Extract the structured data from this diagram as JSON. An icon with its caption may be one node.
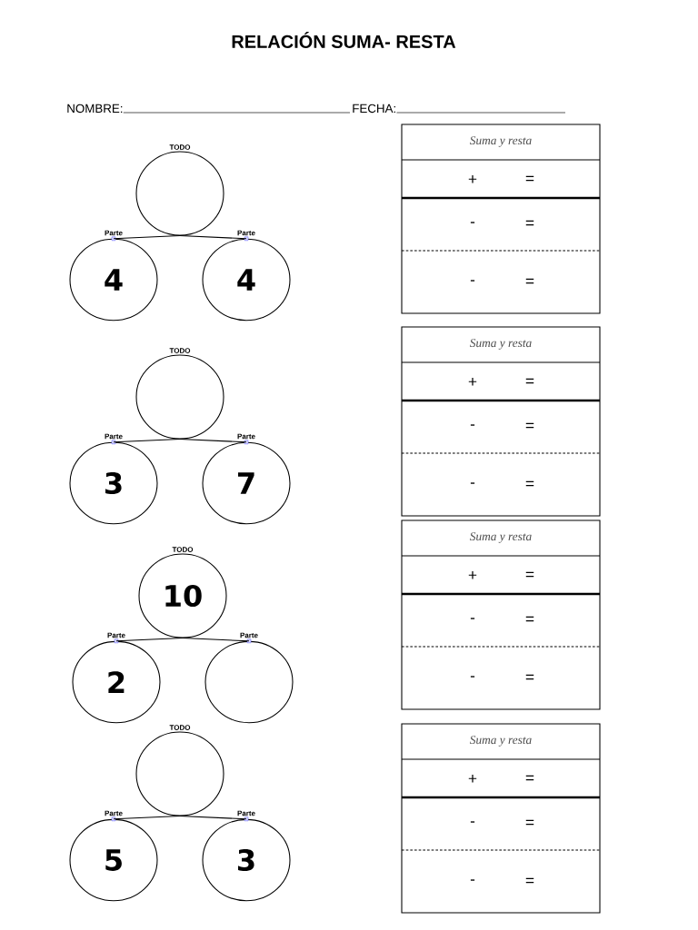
{
  "diagram": {
    "title": "RELACIÓN SUMA- RESTA",
    "nodes": [
      {
        "text": [
          "TODO"
        ]
      },
      {
        "text": [
          "Parte",
          "4"
        ]
      },
      {
        "text": [
          "Parte",
          "4"
        ]
      },
      {
        "text": [
          "Suma y resta",
          "+",
          "=",
          "-",
          "=",
          "-",
          "="
        ]
      },
      {
        "text": [
          "TODO"
        ]
      },
      {
        "text": [
          "Parte",
          "3"
        ]
      },
      {
        "text": [
          "Parte",
          "7"
        ]
      },
      {
        "text": [
          "Suma y resta",
          "+",
          "=",
          "-",
          "=",
          "-",
          "="
        ]
      },
      {
        "text": [
          "TODO",
          "10"
        ]
      },
      {
        "text": [
          "Parte",
          "2"
        ]
      },
      {
        "text": [
          "Parte"
        ]
      },
      {
        "text": [
          "Suma y resta",
          "+",
          "=",
          "-",
          "=",
          "-",
          "="
        ]
      },
      {
        "text": [
          "TODO"
        ]
      },
      {
        "text": [
          "Parte",
          "5"
        ]
      },
      {
        "text": [
          "Parte",
          "3"
        ]
      },
      {
        "text": [
          "Suma y resta",
          "+",
          "=",
          "-",
          "=",
          "-",
          "="
        ]
      }
    ],
    "edges": [
      {
        "from": 0,
        "to": 1,
        "arrow": "none"
      },
      {
        "from": 0,
        "to": 2,
        "arrow": "none"
      },
      {
        "from": 4,
        "to": 5,
        "arrow": "none"
      },
      {
        "from": 4,
        "to": 6,
        "arrow": "none"
      },
      {
        "from": 8,
        "to": 9,
        "arrow": "none"
      },
      {
        "from": 8,
        "to": 10,
        "arrow": "none"
      },
      {
        "from": 12,
        "to": 13,
        "arrow": "none"
      },
      {
        "from": 12,
        "to": 14,
        "arrow": "none"
      }
    ],
    "labels": [
      "NOMBRE:",
      "FECHA:"
    ]
  }
}
